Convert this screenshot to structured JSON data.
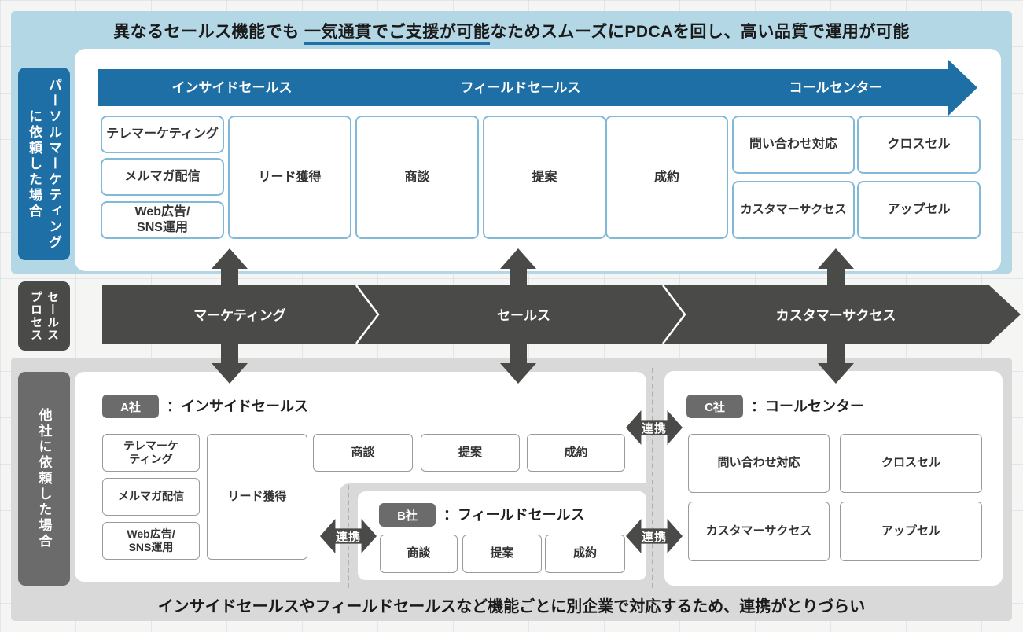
{
  "colors": {
    "blue": "#1d6fa5",
    "light_blue": "#b4d7e6",
    "dark_gray": "#4a4a48",
    "mid_gray": "#6b6b6b",
    "section_gray": "#d9d9d9"
  },
  "top_section": {
    "title": {
      "prefix": "異なるセールス機能でも ",
      "underlined": "一気通貫でご支援が可能",
      "suffix": "なためスムーズにPDCAを回し、高い品質で運用が可能"
    },
    "side_label": "パーソルマーケティング\nに依頼した場合",
    "flow_arrow_labels": [
      "インサイドセールス",
      "フィールドセールス",
      "コールセンター"
    ],
    "marketing_boxes": [
      "テレマーケティング",
      "メルマガ配信",
      "Web広告/\nSNS運用"
    ],
    "process_boxes": [
      "リード獲得",
      "商談",
      "提案",
      "成約"
    ],
    "support_boxes": [
      "問い合わせ対応",
      "クロスセル",
      "カスタマーサクセス",
      "アップセル"
    ]
  },
  "process_band": {
    "side_label": "セールス\nプロセス",
    "stages": [
      "マーケティング",
      "セールス",
      "カスタマーサクセス"
    ]
  },
  "bottom_section": {
    "side_label": "他社に依頼した場合",
    "company_a": {
      "badge": "A社",
      "title": "：インサイドセールス",
      "marketing_boxes": [
        "テレマーケ\nティング",
        "メルマガ配信",
        "Web広告/\nSNS運用"
      ],
      "lead_box": "リード獲得",
      "process_boxes": [
        "商談",
        "提案",
        "成約"
      ]
    },
    "company_b": {
      "badge": "B社",
      "title": "：フィールドセールス",
      "process_boxes": [
        "商談",
        "提案",
        "成約"
      ]
    },
    "company_c": {
      "badge": "C社",
      "title": "：コールセンター",
      "boxes": [
        "問い合わせ対応",
        "クロスセル",
        "カスタマーサクセス",
        "アップセル"
      ]
    },
    "link_label": "連携",
    "caption": "インサイドセールスやフィールドセールスなど機能ごとに別企業で対応するため、連携がとりづらい"
  }
}
